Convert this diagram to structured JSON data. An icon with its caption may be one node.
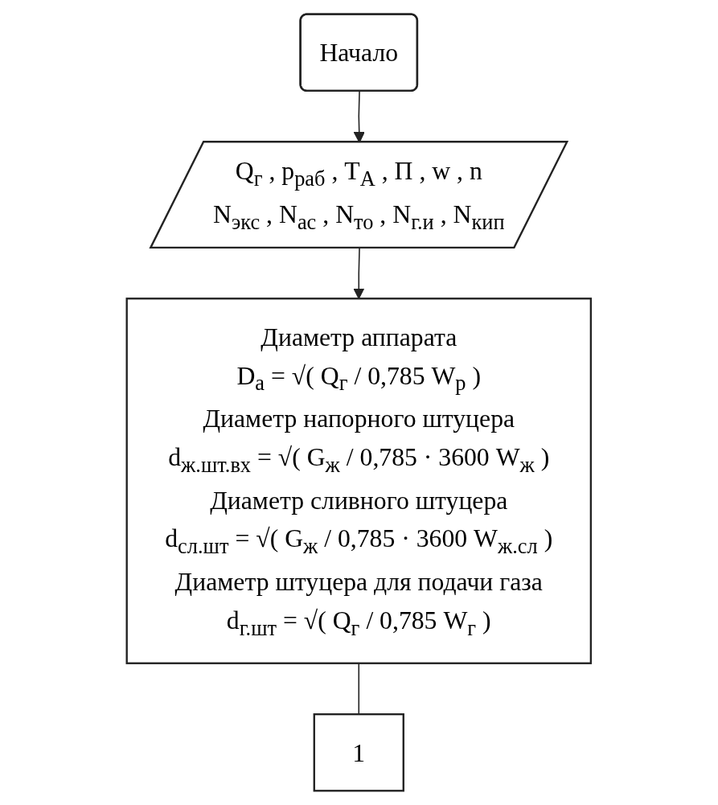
{
  "diagram": {
    "nodes": [
      {
        "text": [
          "Начало"
        ]
      },
      {
        "text": [
          "Q$_{г}$ , p$_{раб}$ , T$_{А}$ , П , w , n",
          "N$_{экс}$ , N$_{ас}$ , N$_{то}$ , N$_{г.и}$ , N$_{кип}$"
        ]
      },
      {
        "text": [
          "Диаметр аппарата",
          "D$_{а}$ = √( Q$_{г}$ / 0,785 W$_{р}$ )",
          "Диаметр напорного штуцера",
          "d$_{ж.шт.вх}$ = √( G$_{ж}$ / 0,785 · 3600 W$_{ж}$ )",
          "Диаметр сливного штуцера",
          "d$_{сл.шт}$ = √( G$_{ж}$ / 0,785 · 3600 W$_{ж.сл}$ )",
          "Диаметр штуцера для подачи газа",
          "d$_{г.шт}$ = √( Q$_{г}$ / 0,785 W$_{г}$ )"
        ]
      },
      {
        "text": [
          "1"
        ]
      }
    ],
    "edges": [
      {
        "from": 0,
        "to": 1,
        "arrow": "to"
      },
      {
        "from": 1,
        "to": 2,
        "arrow": "to"
      },
      {
        "from": 2,
        "to": 3,
        "arrow": "none"
      }
    ]
  }
}
